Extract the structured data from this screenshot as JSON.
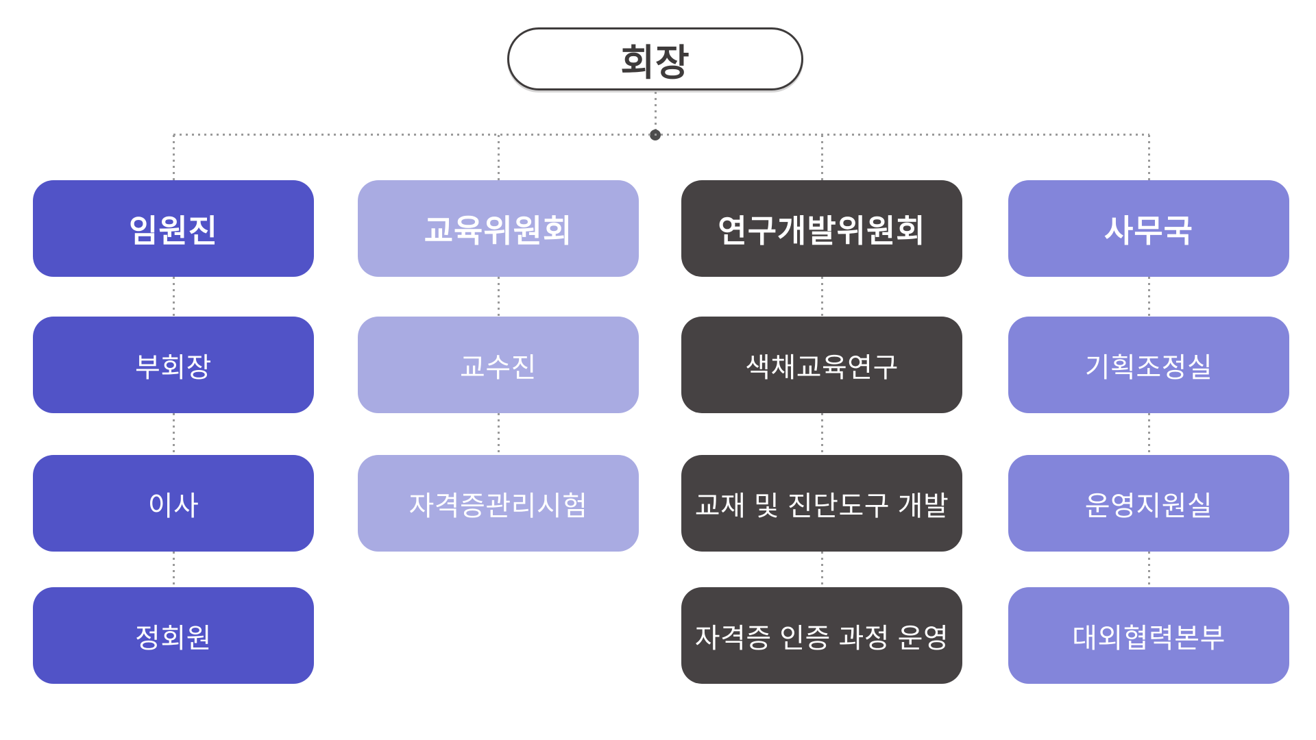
{
  "root": {
    "label": "회장"
  },
  "columns": [
    {
      "header": "임원진",
      "color": "#5153C7",
      "items": [
        "부회장",
        "이사",
        "정회원"
      ]
    },
    {
      "header": "교육위원회",
      "color": "#A9ABE2",
      "items": [
        "교수진",
        "자격증관리시험"
      ]
    },
    {
      "header": "연구개발위원회",
      "color": "#464243",
      "items": [
        "색채교육연구",
        "교재 및 진단도구 개발",
        "자격증 인증 과정 운영"
      ]
    },
    {
      "header": "사무국",
      "color": "#8385DA",
      "items": [
        "기획조정실",
        "운영지원실",
        "대외협력본부"
      ]
    }
  ],
  "colors": {
    "background": "#ffffff",
    "root_outline": "#3e3b3b",
    "connector": "#9a9a9a",
    "junction_dot": "#4d4d4d",
    "node_text": "#ffffff"
  }
}
